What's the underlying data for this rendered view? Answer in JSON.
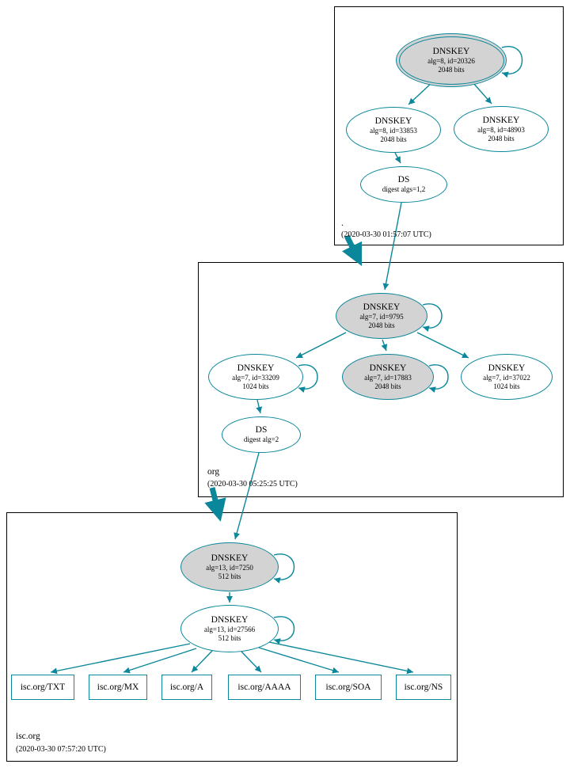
{
  "zones": {
    "root": {
      "label": ".",
      "timestamp": "(2020-03-30 01:57:07 UTC)"
    },
    "org": {
      "label": "org",
      "timestamp": "(2020-03-30 05:25:25 UTC)"
    },
    "isc": {
      "label": "isc.org",
      "timestamp": "(2020-03-30 07:57:20 UTC)"
    }
  },
  "nodes": {
    "root_ksk": {
      "name": "DNSKEY",
      "detail": "alg=8, id=20326",
      "bits": "2048 bits"
    },
    "root_zsk1": {
      "name": "DNSKEY",
      "detail": "alg=8, id=33853",
      "bits": "2048 bits"
    },
    "root_zsk2": {
      "name": "DNSKEY",
      "detail": "alg=8, id=48903",
      "bits": "2048 bits"
    },
    "root_ds": {
      "name": "DS",
      "detail": "digest algs=1,2"
    },
    "org_ksk": {
      "name": "DNSKEY",
      "detail": "alg=7, id=9795",
      "bits": "2048 bits"
    },
    "org_zsk1": {
      "name": "DNSKEY",
      "detail": "alg=7, id=33209",
      "bits": "1024 bits"
    },
    "org_ksk2": {
      "name": "DNSKEY",
      "detail": "alg=7, id=17883",
      "bits": "2048 bits"
    },
    "org_zsk2": {
      "name": "DNSKEY",
      "detail": "alg=7, id=37022",
      "bits": "1024 bits"
    },
    "org_ds": {
      "name": "DS",
      "detail": "digest alg=2"
    },
    "isc_ksk": {
      "name": "DNSKEY",
      "detail": "alg=13, id=7250",
      "bits": "512 bits"
    },
    "isc_zsk": {
      "name": "DNSKEY",
      "detail": "alg=13, id=27566",
      "bits": "512 bits"
    }
  },
  "records": [
    {
      "label": "isc.org/TXT"
    },
    {
      "label": "isc.org/MX"
    },
    {
      "label": "isc.org/A"
    },
    {
      "label": "isc.org/AAAA"
    },
    {
      "label": "isc.org/SOA"
    },
    {
      "label": "isc.org/NS"
    }
  ],
  "colors": {
    "accent": "#0a879a",
    "ksk_fill": "#d3d3d3",
    "node_fill": "#ffffff",
    "box_border": "#000000"
  }
}
